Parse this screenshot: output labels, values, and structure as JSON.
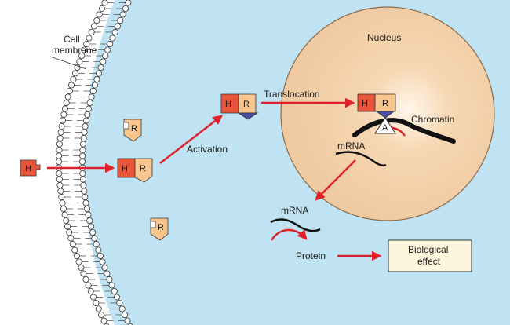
{
  "labels": {
    "cell_membrane_line1": "Cell",
    "cell_membrane_line2": "membrane",
    "nucleus": "Nucleus",
    "translocation": "Translocation",
    "activation": "Activation",
    "chromatin": "Chromatin",
    "mrna_nuclear": "mRNA",
    "mrna_cytoplasm": "mRNA",
    "protein": "Protein",
    "biological_effect_line1": "Biological",
    "biological_effect_line2": "effect"
  },
  "molecules": {
    "hormone": "H",
    "receptor": "R",
    "acceptor": "A"
  },
  "colors": {
    "extracellular": "#ffffff",
    "cytoplasm": "#bfe3f3",
    "nucleus": "#f2cda4",
    "hormone": "#e8553a",
    "receptor": "#f7c58d",
    "dna_binding": "#4b4fa8",
    "arrow": "#e0202a",
    "effect_box": "#fdf6dc"
  }
}
